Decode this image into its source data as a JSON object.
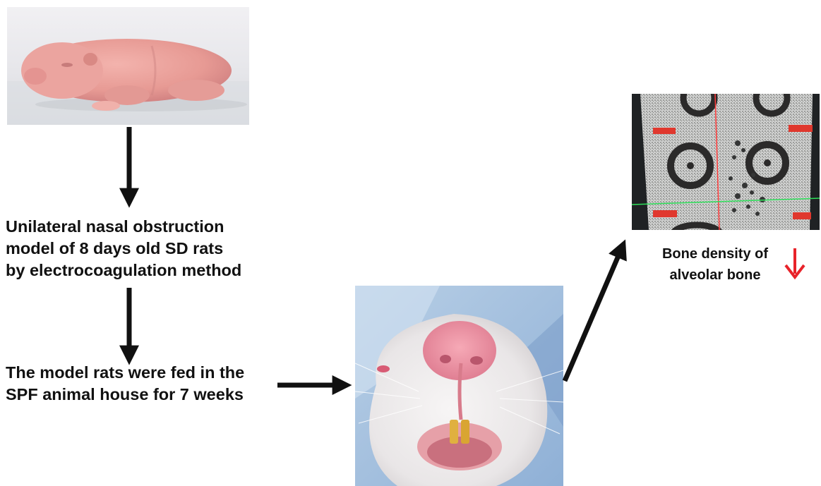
{
  "steps": {
    "step1_lines": [
      "Unilateral nasal obstruction",
      "model of 8 days old SD rats",
      "by electrocoagulation method"
    ],
    "step2_lines": [
      "The model rats were fed in the",
      "SPF animal house for 7 weeks"
    ],
    "result_lines": [
      "Bone density of",
      "alveolar bone"
    ]
  },
  "colors": {
    "arrow": "#111111",
    "decrease_arrow": "#e8232a",
    "ct_crosshair_red": "#ff3b3b",
    "ct_crosshair_green": "#2ee05a",
    "ct_marker": "#e0382e"
  },
  "icons": {
    "decrease": "down-arrow-icon"
  }
}
